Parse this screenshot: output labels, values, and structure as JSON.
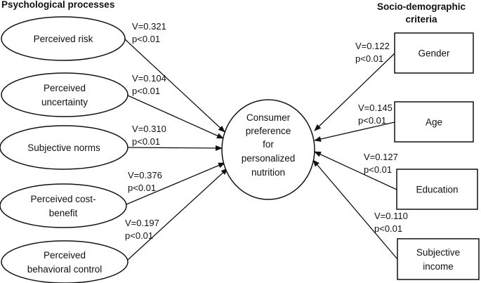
{
  "headers": {
    "left": "Psychological processes",
    "right": [
      "Socio-demographic",
      "criteria"
    ]
  },
  "center": [
    "Consumer",
    "preference",
    "for",
    "personalized",
    "nutrition"
  ],
  "psychological": [
    {
      "lines": [
        "Perceived risk"
      ],
      "v": "V=0.321",
      "p": "p<0.01"
    },
    {
      "lines": [
        "Perceived",
        "uncertainty"
      ],
      "v": "V=0.104",
      "p": "p<0.01"
    },
    {
      "lines": [
        "Subjective norms"
      ],
      "v": "V=0.310",
      "p": "p<0.01"
    },
    {
      "lines": [
        "Perceived cost-",
        "benefit"
      ],
      "v": "V=0.376",
      "p": "p<0.01"
    },
    {
      "lines": [
        "Perceived",
        "behavioral control"
      ],
      "v": "V=0.197",
      "p": "p<0.01"
    }
  ],
  "sociodemographic": [
    {
      "lines": [
        "Gender"
      ],
      "v": "V=0.122",
      "p": "p<0.01"
    },
    {
      "lines": [
        "Age"
      ],
      "v": "V=0.145",
      "p": "p<0.01"
    },
    {
      "lines": [
        "Education"
      ],
      "v": "V=0.127",
      "p": "p<0.01"
    },
    {
      "lines": [
        "Subjective",
        "income"
      ],
      "v": "V=0.110",
      "p": "p<0.01"
    }
  ]
}
